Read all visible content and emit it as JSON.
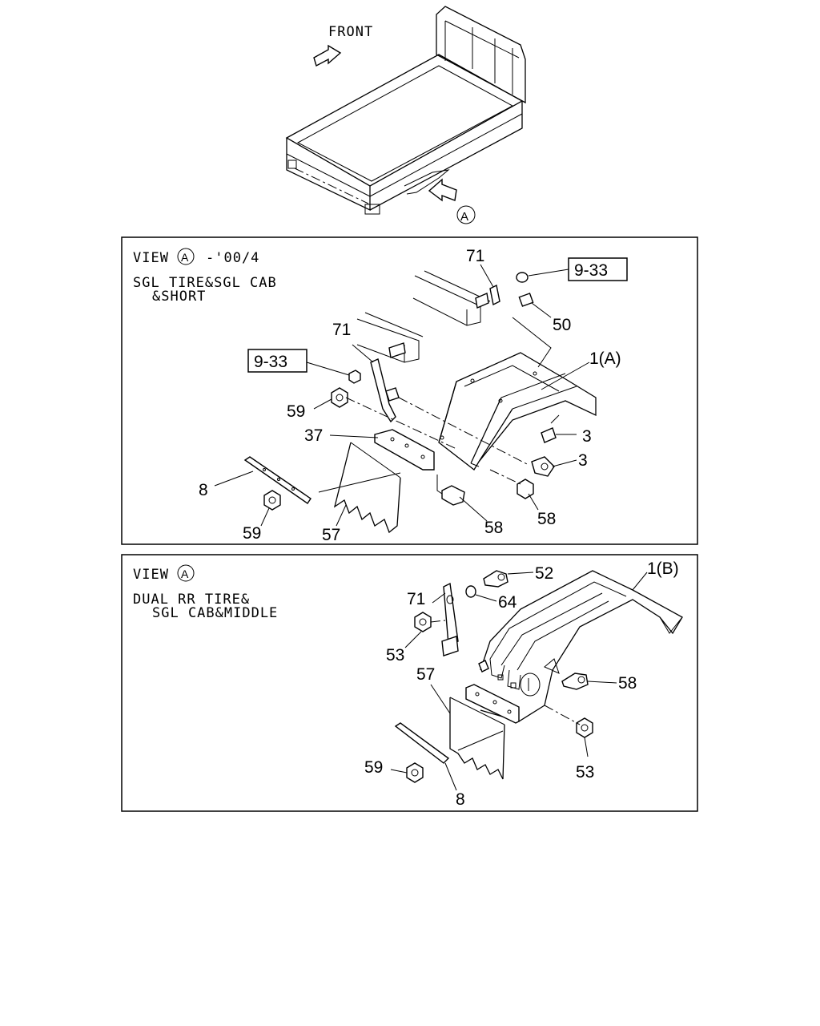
{
  "top": {
    "front_label": "FRONT",
    "view_marker": "A"
  },
  "panel1": {
    "view_label": "VIEW",
    "view_marker": "A",
    "view_suffix": "-'00/4",
    "subtitle_line1": "SGL TIRE&SGL CAB",
    "subtitle_line2": "&SHORT",
    "refs": [
      "9-33",
      "9-33"
    ],
    "callouts": {
      "c71a": "71",
      "c50": "50",
      "c71b": "71",
      "c1a": "1(A)",
      "c59a": "59",
      "c3a": "3",
      "c37": "37",
      "c3b": "3",
      "c8": "8",
      "c58a": "58",
      "c58b": "58",
      "c59b": "59",
      "c57": "57"
    }
  },
  "panel2": {
    "view_label": "VIEW",
    "view_marker": "A",
    "subtitle_line1": "DUAL RR TIRE&",
    "subtitle_line2": "SGL CAB&MIDDLE",
    "callouts": {
      "c71": "71",
      "c52": "52",
      "c1b": "1(B)",
      "c64": "64",
      "c53a": "53",
      "c57": "57",
      "c58": "58",
      "c59": "59",
      "c53b": "53",
      "c8": "8"
    }
  }
}
